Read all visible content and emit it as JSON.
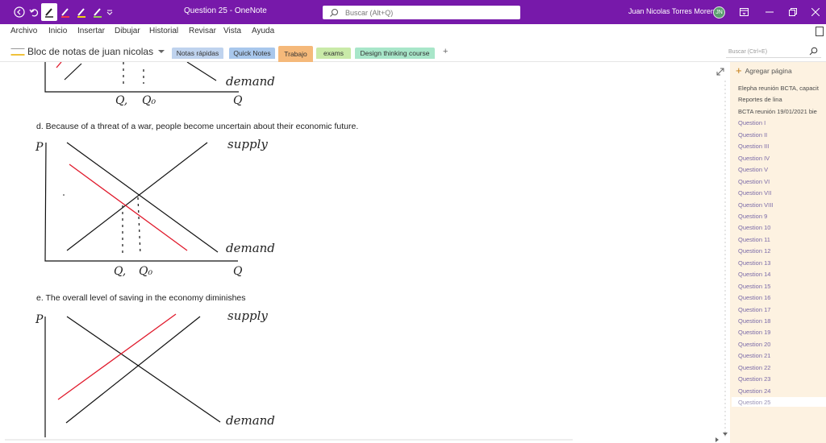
{
  "titlebar": {
    "window_title": "Question 25  -  OneNote",
    "search_placeholder": "Buscar (Alt+Q)",
    "user_name": "Juan Nicolas Torres Moreno",
    "avatar_initials": "JN"
  },
  "menu": [
    "Archivo",
    "Inicio",
    "Insertar",
    "Dibujar",
    "Historial",
    "Revisar",
    "Vista",
    "Ayuda"
  ],
  "notebook": {
    "name": "Bloc de notas de juan nicolas",
    "tabs": [
      {
        "label": "Notas rápidas",
        "color": "#bfd3ee"
      },
      {
        "label": "Quick Notes",
        "color": "#a8c7ec"
      },
      {
        "label": "Trabajo",
        "color": "#f5b97a"
      },
      {
        "label": "exams",
        "color": "#c9eaa8"
      },
      {
        "label": "Design thinking course",
        "color": "#a8e6c9"
      }
    ],
    "add_tab": "+",
    "page_search_placeholder": "Buscar (Ctrl+E)"
  },
  "content": {
    "question_d": "d. Because of a threat of a war, people become uncertain about their economic future.",
    "question_e": "e. The overall level of saving in the economy diminishes",
    "graph_top": {
      "label_q1": "Q,",
      "label_q0": "Q₀",
      "label_q": "Q",
      "label_demand": "demand"
    },
    "graph_d": {
      "label_p": "P",
      "label_supply": "supply",
      "label_demand": "demand",
      "label_q1": "Q,",
      "label_q0": "Q₀",
      "label_q": "Q"
    },
    "graph_e": {
      "label_p": "P",
      "label_supply": "supply",
      "label_demand": "demand"
    }
  },
  "pages": {
    "add_page": "Agregar página",
    "items": [
      "Elepha reunión BCTA, capacit",
      "Reportes de lina",
      "BCTA reunión 19/01/2021 bie",
      "Question I",
      "Question II",
      "Question III",
      "Question IV",
      "Question V",
      "Question VI",
      "Question VII",
      "Question VIII",
      "Question 9",
      "Question 10",
      "Question 11",
      "Question 12",
      "Question 13",
      "Question 14",
      "Question 15",
      "Question 16",
      "Question 17",
      "Question 18",
      "Question 19",
      "Question 20",
      "Question 21",
      "Question 22",
      "Question 23",
      "Question 24",
      "Question 25"
    ],
    "selected": "Question 25"
  },
  "colors": {
    "brand": "#7719aa",
    "red_line": "#e0192b",
    "page_pane": "#fdf2e1"
  }
}
